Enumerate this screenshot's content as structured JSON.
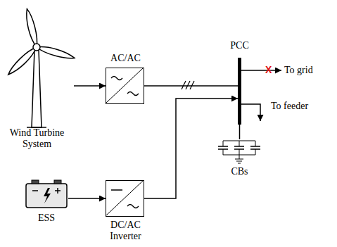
{
  "diagram": {
    "nodes": [
      {
        "text": [
          "Wind Turbine System"
        ]
      },
      {
        "text": [
          "AC/AC"
        ]
      },
      {
        "text": [
          "PCC"
        ]
      },
      {
        "text": [
          "ESS"
        ]
      },
      {
        "text": [
          "DC/AC Inverter"
        ]
      },
      {
        "text": [
          "CBs"
        ]
      }
    ],
    "edges": [
      {
        "from": 0,
        "to": 1,
        "arrow": "to"
      },
      {
        "from": 3,
        "to": 4,
        "arrow": "to"
      },
      {
        "from": 1,
        "to": 2,
        "arrow": "none"
      },
      {
        "from": 4,
        "to": 2,
        "arrow": "to"
      },
      {
        "from": 5,
        "to": 2,
        "arrow": "none"
      }
    ],
    "labels": [
      "X",
      "To grid",
      "To feeder"
    ]
  }
}
